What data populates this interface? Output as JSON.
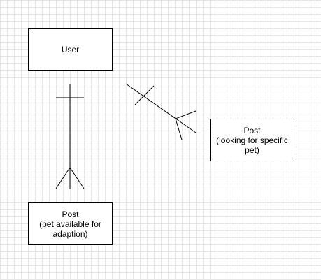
{
  "diagram": {
    "entities": {
      "user": {
        "lines": [
          "User"
        ]
      },
      "post_available": {
        "lines": [
          "Post",
          "(pet available for",
          "adaption)"
        ]
      },
      "post_looking": {
        "lines": [
          "Post",
          "(looking for specific",
          "pet)"
        ]
      }
    },
    "relationships": [
      {
        "from": "user",
        "to": "post_available",
        "from_cardinality": "one",
        "to_cardinality": "many"
      },
      {
        "from": "user",
        "to": "post_looking",
        "from_cardinality": "one",
        "to_cardinality": "many"
      }
    ]
  },
  "colors": {
    "line": "#000000",
    "grid": "#e6e6e6",
    "background": "#ffffff"
  }
}
